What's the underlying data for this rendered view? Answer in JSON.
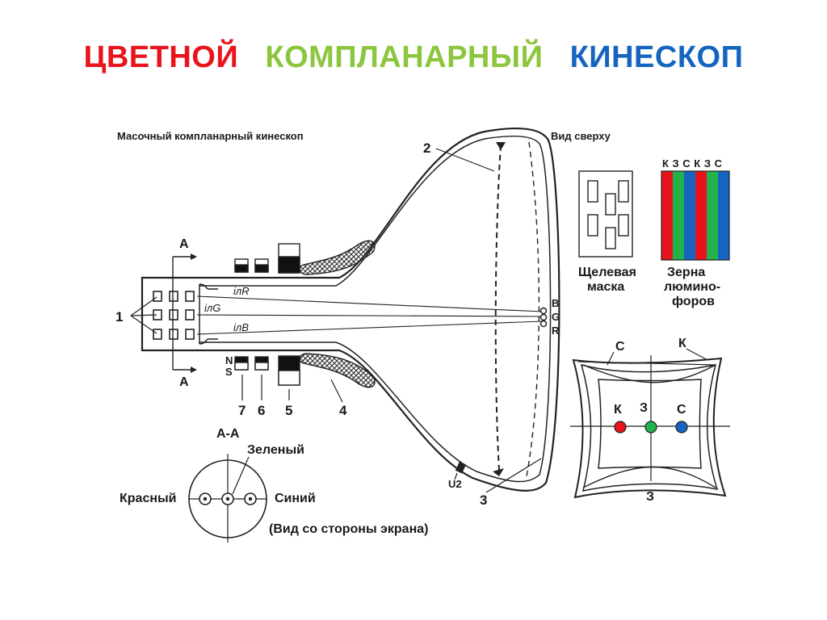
{
  "title": {
    "word1": "ЦВЕТНОЙ",
    "word2": "КОМПЛАНАРНЫЙ",
    "word3": "КИНЕСКОП",
    "color1": "#e8141c",
    "color2": "#8cc63f",
    "color3": "#1565c0"
  },
  "diagram": {
    "subtitle": "Масочный компланарный кинескоп",
    "top_view": "Вид сверху",
    "section_mark": "А",
    "section_label": "А-А",
    "beam_r": "iлR",
    "beam_g": "iлG",
    "beam_b": "iлB",
    "screen_b": "B",
    "screen_g": "G",
    "screen_r": "R",
    "n_mark": "N",
    "s_mark": "S",
    "u2": "U2",
    "num_1": "1",
    "num_2": "2",
    "num_3": "3",
    "num_4": "4",
    "num_5": "5",
    "num_6": "6",
    "num_7": "7"
  },
  "mask": {
    "caption_line1": "Щелевая",
    "caption_line2": "маска"
  },
  "phosphor": {
    "top_letters": "К З С К З С",
    "caption_line1": "Зерна",
    "caption_line2": "люмино-",
    "caption_line3": "форов",
    "stripe_colors": [
      "#e8141c",
      "#21b24b",
      "#1565c0",
      "#e8141c",
      "#21b24b",
      "#1565c0"
    ]
  },
  "section": {
    "green": "Зеленый",
    "red": "Красный",
    "blue": "Синий",
    "note": "(Вид со стороны экрана)"
  },
  "convergence": {
    "c_top": "С",
    "k_top": "К",
    "k_mid": "К",
    "z_mid": "З",
    "c_mid": "С",
    "z_bottom": "З",
    "dot_colors": [
      "#e8141c",
      "#21b24b",
      "#1565c0"
    ]
  }
}
